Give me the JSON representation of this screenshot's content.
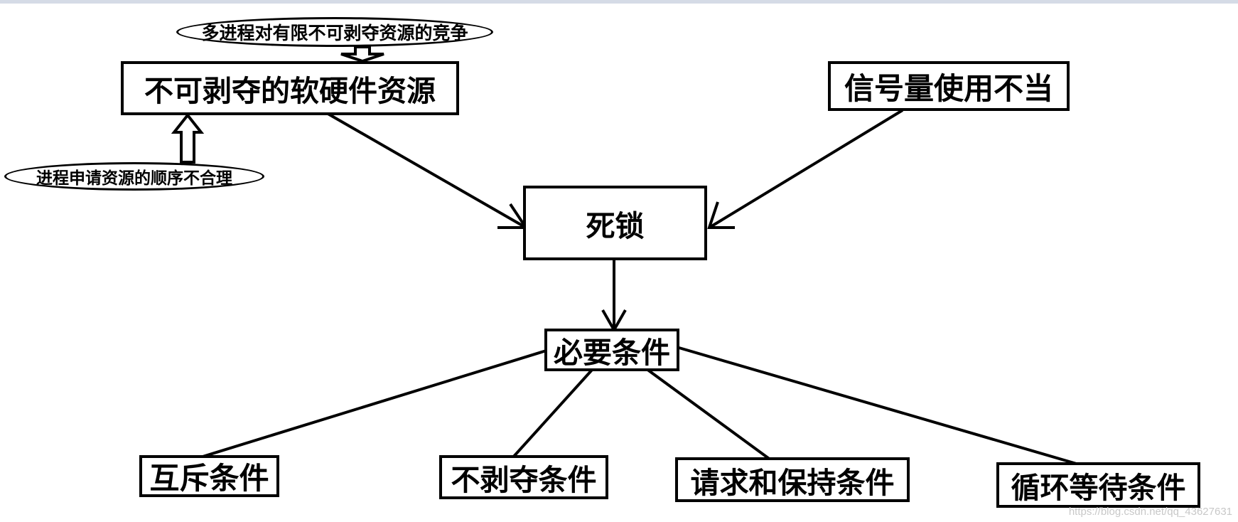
{
  "nodes": {
    "competition": "多进程对有限不可剥夺资源的竞争",
    "resources": "不可剥夺的软硬件资源",
    "order": "进程申请资源的顺序不合理",
    "semaphore": "信号量使用不当",
    "deadlock": "死锁",
    "necessary": "必要条件",
    "mutex": "互斥条件",
    "no_preempt": "不剥夺条件",
    "hold_wait": "请求和保持条件",
    "circular_wait": "循环等待条件"
  },
  "watermark": "https://blog.csdn.net/qq_43627631"
}
